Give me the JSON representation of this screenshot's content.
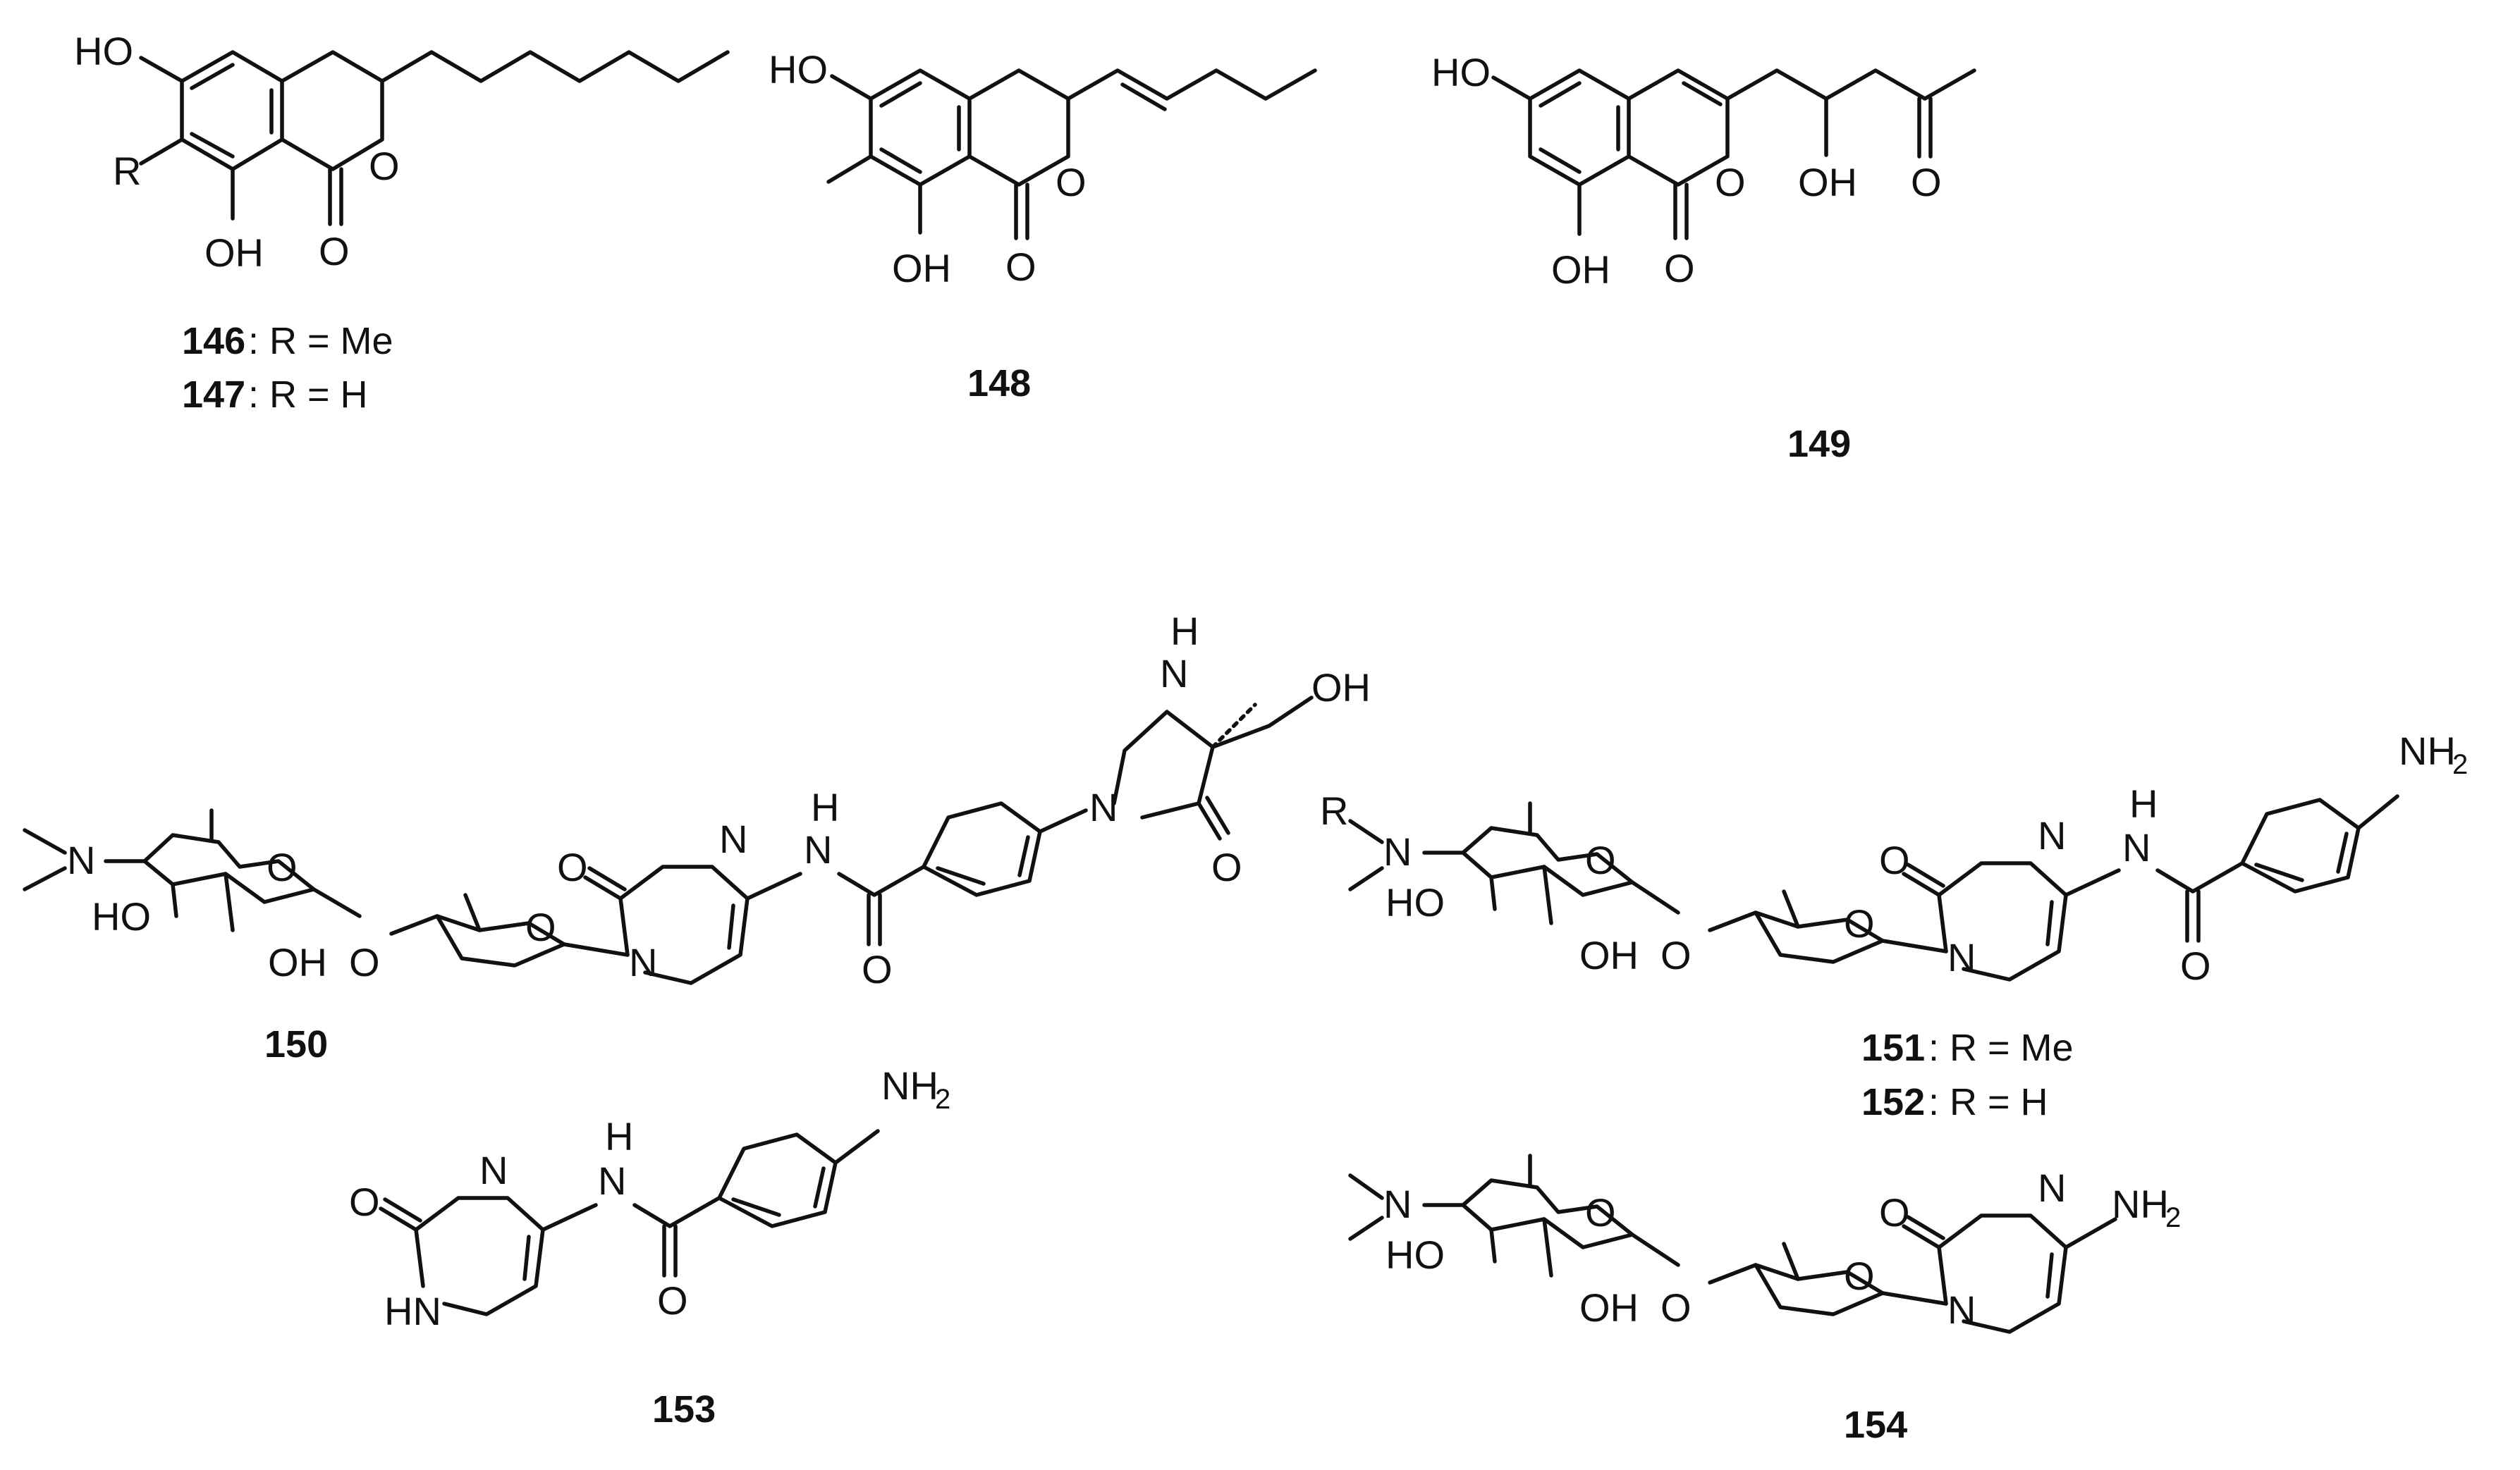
{
  "atoms": {
    "HO": "HO",
    "OH": "OH",
    "O": "O",
    "R": "R",
    "N": "N",
    "H": "H",
    "NH": "NH",
    "HN": "HN",
    "NH2_main": "NH",
    "NH2_sub": "2"
  },
  "captions": {
    "c146_num": "146",
    "c146_text": ": R = Me",
    "c147_num": "147",
    "c147_text": ": R = H",
    "c148_num": "148",
    "c149_num": "149",
    "c150_num": "150",
    "c151_num": "151",
    "c151_text": ": R = Me",
    "c152_num": "152",
    "c152_text": ": R = H",
    "c153_num": "153",
    "c154_num": "154"
  }
}
